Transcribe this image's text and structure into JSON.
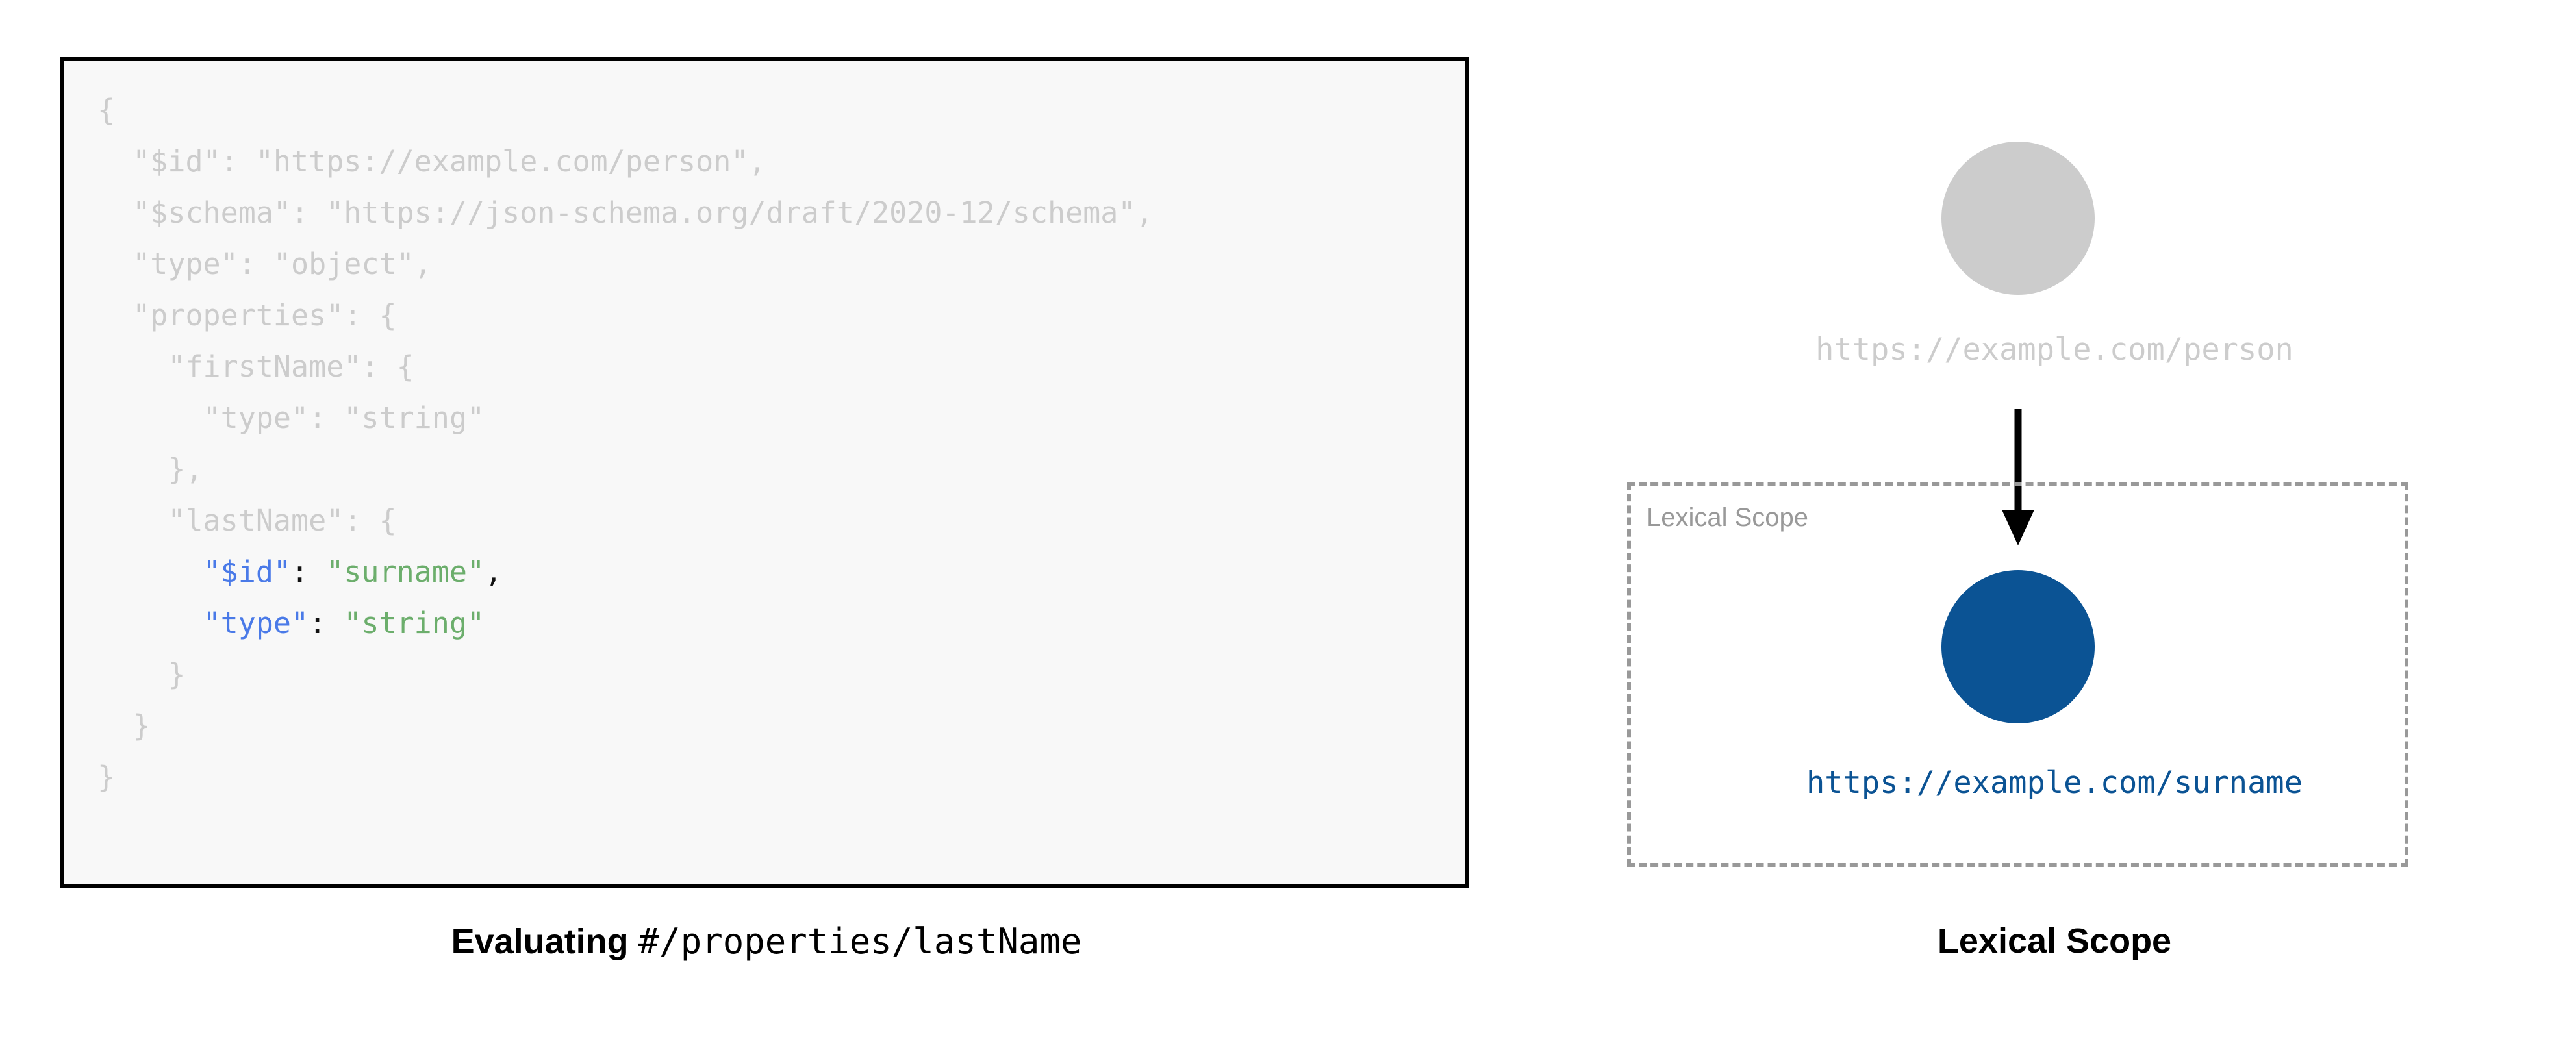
{
  "colors": {
    "dim_gray": "#cccccc",
    "key_blue": "#4a7ae8",
    "string_green": "#6cae6c",
    "punct_black": "#111111",
    "node_gray": "#cccccc",
    "node_blue": "#0b5394",
    "scope_dash_gray": "#999999",
    "card_border": "#000000",
    "card_background": "#f8f8f8"
  },
  "left_panel": {
    "code": {
      "language": "json",
      "lines": [
        {
          "indent": "",
          "tokens": [
            {
              "text": "{",
              "style": "dim"
            }
          ]
        },
        {
          "indent": "  ",
          "tokens": [
            {
              "text": "\"$id\": \"https://example.com/person\",",
              "style": "dim"
            }
          ]
        },
        {
          "indent": "  ",
          "tokens": [
            {
              "text": "\"$schema\": \"https://json-schema.org/draft/2020-12/schema\",",
              "style": "dim"
            }
          ]
        },
        {
          "indent": "  ",
          "tokens": [
            {
              "text": "\"type\": \"object\",",
              "style": "dim"
            }
          ]
        },
        {
          "indent": "  ",
          "tokens": [
            {
              "text": "\"properties\": {",
              "style": "dim"
            }
          ]
        },
        {
          "indent": "    ",
          "tokens": [
            {
              "text": "\"firstName\": {",
              "style": "dim"
            }
          ]
        },
        {
          "indent": "      ",
          "tokens": [
            {
              "text": "\"type\": \"string\"",
              "style": "dim"
            }
          ]
        },
        {
          "indent": "    ",
          "tokens": [
            {
              "text": "},",
              "style": "dim"
            }
          ]
        },
        {
          "indent": "    ",
          "tokens": [
            {
              "text": "\"lastName\": {",
              "style": "dim"
            }
          ]
        },
        {
          "indent": "      ",
          "tokens": [
            {
              "text": "\"$id\"",
              "style": "key"
            },
            {
              "text": ": ",
              "style": "punct"
            },
            {
              "text": "\"surname\"",
              "style": "str"
            },
            {
              "text": ",",
              "style": "punct"
            }
          ]
        },
        {
          "indent": "      ",
          "tokens": [
            {
              "text": "\"type\"",
              "style": "key"
            },
            {
              "text": ": ",
              "style": "punct"
            },
            {
              "text": "\"string\"",
              "style": "str"
            }
          ]
        },
        {
          "indent": "    ",
          "tokens": [
            {
              "text": "}",
              "style": "dim"
            }
          ]
        },
        {
          "indent": "  ",
          "tokens": [
            {
              "text": "}",
              "style": "dim"
            }
          ]
        },
        {
          "indent": "",
          "tokens": [
            {
              "text": "}",
              "style": "dim"
            }
          ]
        }
      ]
    },
    "caption": {
      "bold_text": "Evaluating",
      "mono_text": "#/properties/lastName"
    }
  },
  "right_panel": {
    "root_node": {
      "label": "https://example.com/person",
      "fill": "#cccccc"
    },
    "arrow": {
      "direction": "down",
      "color": "#000000"
    },
    "lexical_scope": {
      "inner_label": "Lexical Scope",
      "border_style": "dashed",
      "border_color": "#999999"
    },
    "scoped_node": {
      "label": "https://example.com/surname",
      "fill": "#0b5394"
    },
    "caption": {
      "bold_text": "Lexical Scope"
    }
  }
}
